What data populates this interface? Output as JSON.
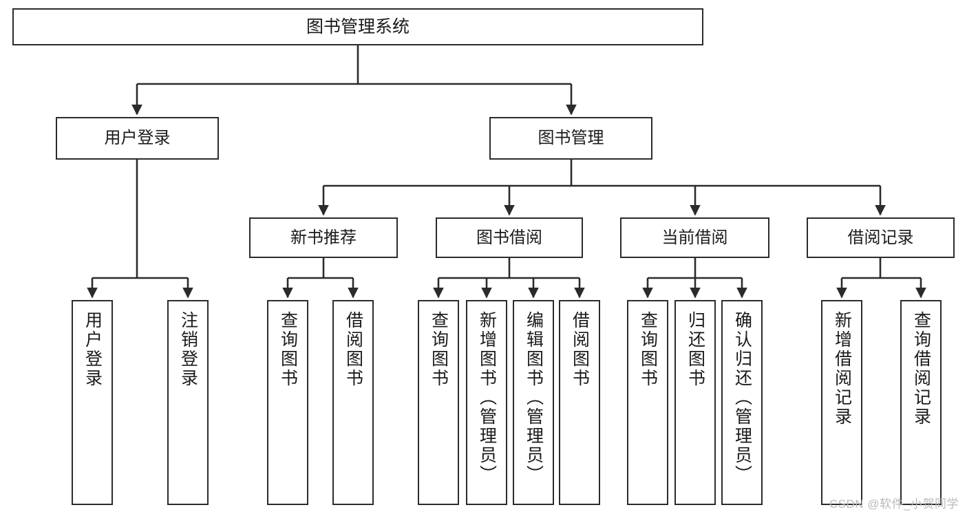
{
  "diagram": {
    "title": "图书管理系统",
    "watermark": "CSDN @软件_小贺同学",
    "colors": {
      "border": "#2b2b2b",
      "background": "#ffffff",
      "text": "#1a1a1a",
      "watermark": "#b9b9b9"
    },
    "levels": {
      "root": {
        "label": "图书管理系统"
      },
      "level2": [
        {
          "label": "用户登录"
        },
        {
          "label": "图书管理"
        }
      ],
      "level3": [
        {
          "label": "新书推荐"
        },
        {
          "label": "图书借阅"
        },
        {
          "label": "当前借阅"
        },
        {
          "label": "借阅记录"
        }
      ],
      "leaves": [
        {
          "label": "用户登录",
          "parent": "用户登录"
        },
        {
          "label": "注销登录",
          "parent": "用户登录"
        },
        {
          "label": "查询图书",
          "parent": "新书推荐"
        },
        {
          "label": "借阅图书",
          "parent": "新书推荐"
        },
        {
          "label": "查询图书",
          "parent": "图书借阅"
        },
        {
          "label": "新增图书（管理员）",
          "parent": "图书借阅"
        },
        {
          "label": "编辑图书（管理员）",
          "parent": "图书借阅"
        },
        {
          "label": "借阅图书",
          "parent": "图书借阅"
        },
        {
          "label": "查询图书",
          "parent": "当前借阅"
        },
        {
          "label": "归还图书",
          "parent": "当前借阅"
        },
        {
          "label": "确认归还（管理员）",
          "parent": "当前借阅"
        },
        {
          "label": "新增借阅记录",
          "parent": "借阅记录"
        },
        {
          "label": "查询借阅记录",
          "parent": "借阅记录"
        }
      ]
    }
  }
}
